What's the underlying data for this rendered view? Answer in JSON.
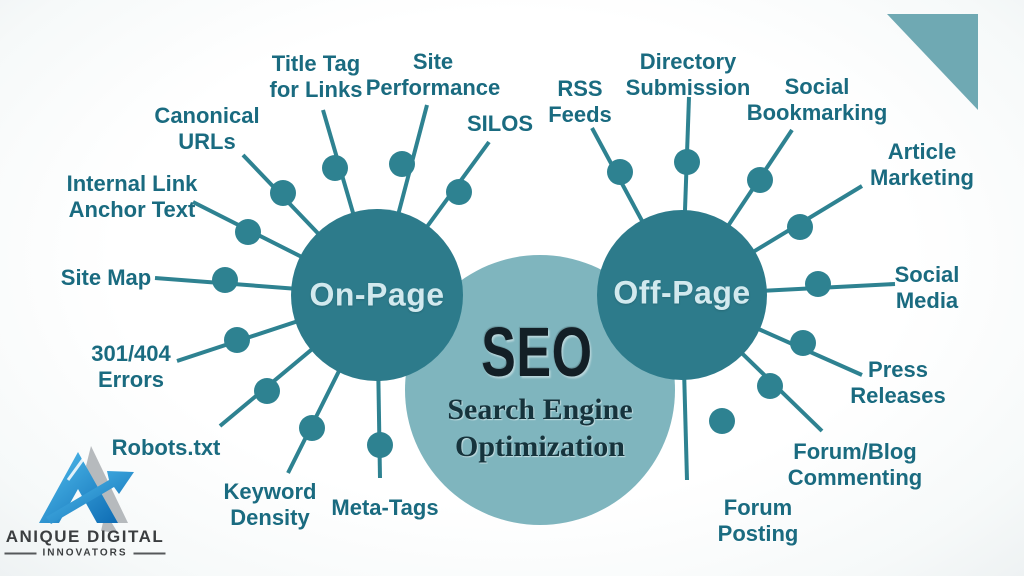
{
  "center": {
    "title": "SEO",
    "subtitle": "Search Engine\nOptimization"
  },
  "hubs": {
    "on_page": {
      "label": "On-Page"
    },
    "off_page": {
      "label": "Off-Page"
    }
  },
  "on_page_items": [
    {
      "label": "Canonical\nURLs"
    },
    {
      "label": "Title Tag\nfor Links"
    },
    {
      "label": "Site\nPerformance"
    },
    {
      "label": "SILOS"
    },
    {
      "label": "Internal Link\nAnchor Text"
    },
    {
      "label": "Site Map"
    },
    {
      "label": "301/404\nErrors"
    },
    {
      "label": "Robots.txt"
    },
    {
      "label": "Keyword\nDensity"
    },
    {
      "label": "Meta-Tags"
    }
  ],
  "off_page_items": [
    {
      "label": "RSS\nFeeds"
    },
    {
      "label": "Directory\nSubmission"
    },
    {
      "label": "Social\nBookmarking"
    },
    {
      "label": "Article\nMarketing"
    },
    {
      "label": "Social\nMedia"
    },
    {
      "label": "Press\nReleases"
    },
    {
      "label": "Forum/Blog\nCommenting"
    },
    {
      "label": "Forum\nPosting"
    }
  ],
  "brand": {
    "name": "ANIQUE DIGITAL",
    "tagline": "INNOVATORS"
  },
  "colors": {
    "hub_circle": "#2d7b8b",
    "center_circle": "#7fb5be",
    "spoke_line": "#2e8291",
    "node_dot": "#2e8291",
    "label_text": "#1a6b80",
    "hub_label_text": "#d2e9ee",
    "seo_title_text": "#131f26",
    "subtitle_text": "#16333c",
    "corner_triangle": "#6fa9b3",
    "brand_blue": "#2196d3",
    "brand_gray": "#b6babd",
    "brand_text": "#3b3e40"
  }
}
